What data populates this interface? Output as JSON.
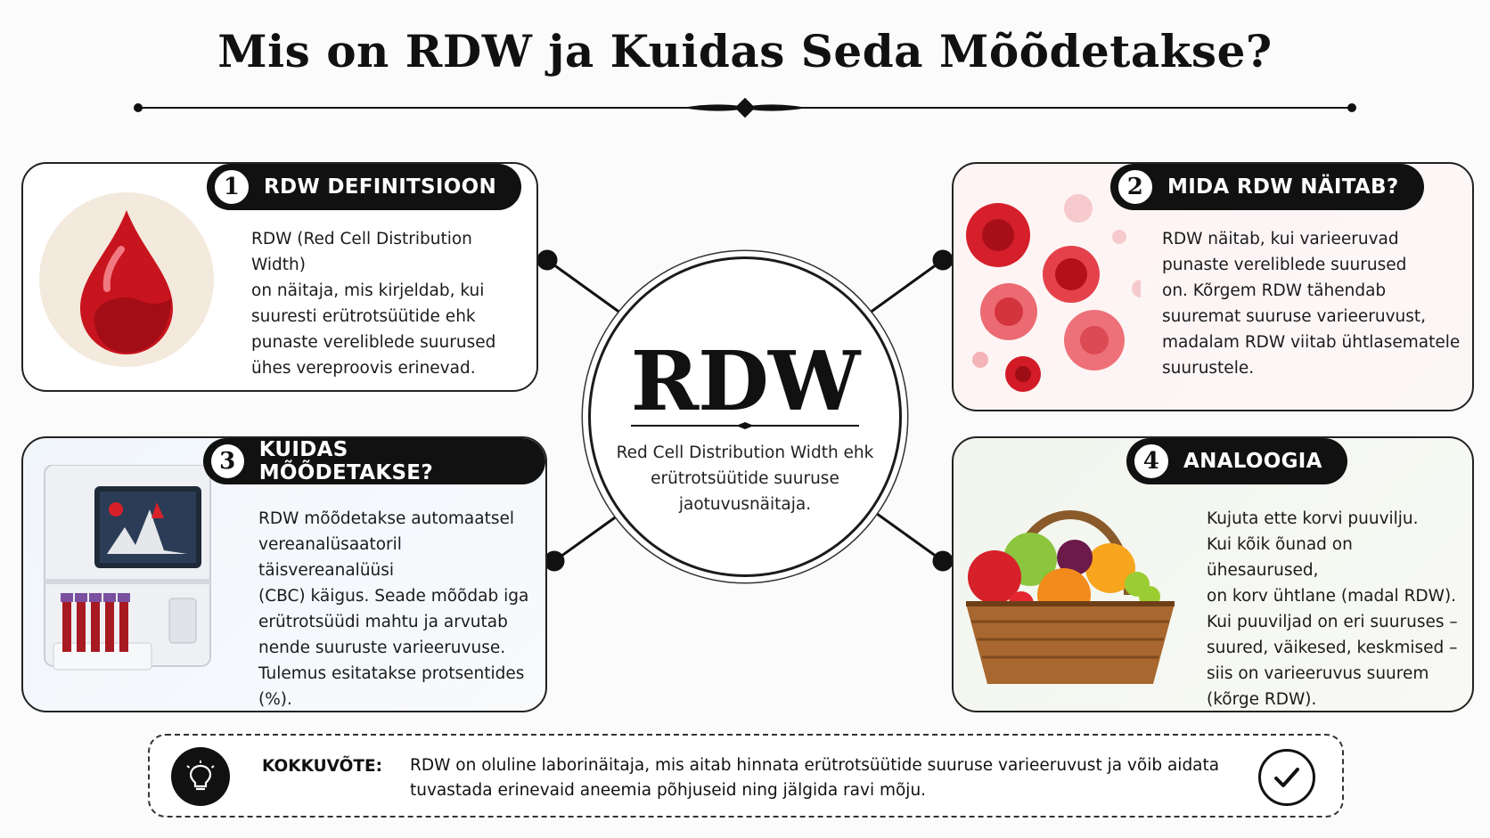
{
  "title": "Mis on RDW ja Kuidas Seda Mõõdetakse?",
  "center": {
    "title": "RDW",
    "subtitle": "Red Cell Distribution Width ehk\nerütrotsüütide suuruse\njaotuvusnäitaja."
  },
  "cards": [
    {
      "number": "1",
      "heading": "RDW DEFINITSIOON",
      "text": "RDW (Red Cell Distribution Width)\non näitaja, mis kirjeldab, kui\nsuuresti erütrotsüütide ehk\npunaste vereliblede suurused\nühes vereproovis erinevad.",
      "image": "blood-drop-icon"
    },
    {
      "number": "2",
      "heading": "MIDA RDW NÄITAB?",
      "text": "RDW näitab, kui varieeruvad\npunaste vereliblede suurused\non. Kõrgem RDW tähendab\nsuuremat suuruse varieeruvust,\nmadalam RDW viitab ühtlasematele\nsuurustele.",
      "image": "red-blood-cells-illustration"
    },
    {
      "number": "3",
      "heading": "KUIDAS MÕÕDETAKSE?",
      "text": "RDW mõõdetakse automaatsel\nvereanalüsaatoril täisvereanalüüsi\n(CBC) käigus. Seade mõõdab iga\nerütrotsüüdi mahtu ja arvutab\nnende suuruste varieeruvuse.\nTulemus esitatakse protsentides\n(%).",
      "image": "blood-analyzer-illustration"
    },
    {
      "number": "4",
      "heading": "ANALOOGIA",
      "text": "Kujuta ette korvi puuvilju.\nKui kõik õunad on ühesaurused,\non korv ühtlane (madal RDW).\nKui puuviljad on eri suuruses –\nsuured, väikesed, keskmised –\nsiis on varieeruvus suurem\n(kõrge RDW).",
      "image": "fruit-basket-illustration"
    }
  ],
  "summary": {
    "label": "KOKKUVÕTE:",
    "text": "RDW on oluline laborinäitaja, mis aitab hinnata erütrotsüütide suuruse varieeruvust ja võib aidata tuvastada erinevaid aneemia põhjuseid ning jälgida ravi mõju.",
    "left_icon": "lightbulb-icon",
    "right_icon": "checkmark-icon"
  },
  "colors": {
    "blood_red": "#c8141e",
    "dark": "#111111",
    "card_tint_2": "#fff3f3",
    "card_tint_3": "#f1f6fb",
    "card_tint_4": "#f2f5ee"
  }
}
